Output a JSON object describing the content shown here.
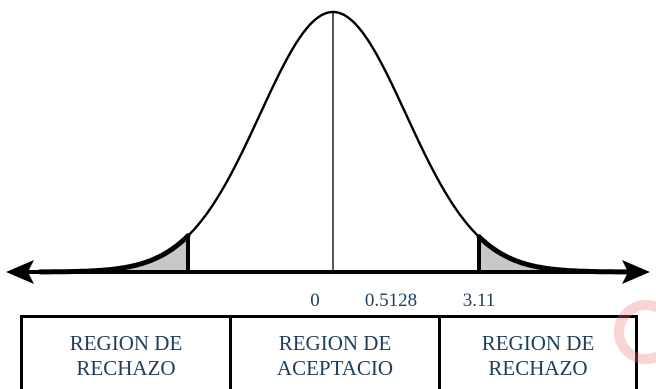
{
  "diagram": {
    "type": "normal-distribution-hypothesis-test",
    "curve": {
      "mean": 0,
      "left_critical_z": -3.11,
      "right_critical_z": 3.11
    },
    "tick_labels": [
      {
        "z": 0,
        "text": "0"
      },
      {
        "z": 0.5128,
        "text": "0.5128"
      },
      {
        "z": 3.11,
        "text": "3.11"
      }
    ],
    "colors": {
      "curve": "#000000",
      "shade": "#c8c8c8",
      "text": "#1f3d5c",
      "axis": "#000000"
    }
  },
  "regions": {
    "left": {
      "line1": "REGION DE",
      "line2": "RECHAZO"
    },
    "middle": {
      "line1": "REGION DE",
      "line2": "ACEPTACIO"
    },
    "right": {
      "line1": "REGION DE",
      "line2": "RECHAZO"
    }
  }
}
